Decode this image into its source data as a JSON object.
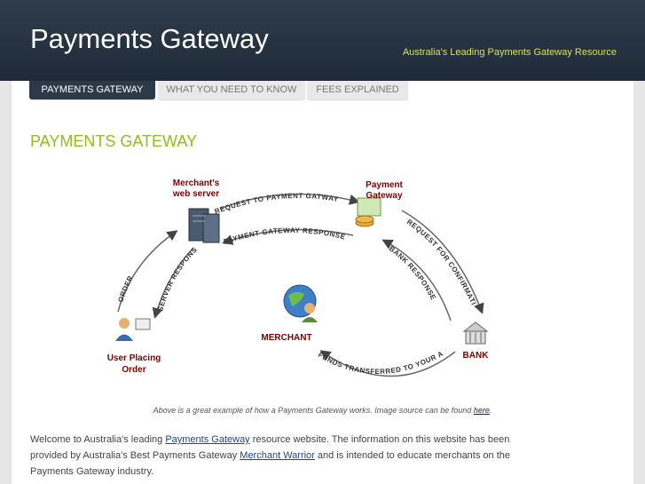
{
  "header": {
    "site_title": "Payments Gateway",
    "tagline": "Australia's Leading Payments Gateway Resource"
  },
  "nav": {
    "tabs": [
      {
        "label": "PAYMENTS GATEWAY",
        "active": true
      },
      {
        "label": "WHAT YOU NEED TO KNOW",
        "active": false
      },
      {
        "label": "FEES EXPLAINED",
        "active": false
      }
    ]
  },
  "main": {
    "title": "PAYMENTS GATEWAY",
    "diagram": {
      "nodes": {
        "merchant_server_line1": "Merchant's",
        "merchant_server_line2": "web server",
        "payment_gateway_line1": "Payment",
        "payment_gateway_line2": "Gateway",
        "user_line1": "User Placing",
        "user_line2": "Order",
        "merchant": "MERCHANT",
        "bank": "BANK"
      },
      "arrows": {
        "request": "REQUEST TO PAYMENT GATWAY",
        "response": "PAYMENT GATEWAY RESPONSE",
        "order": "ORDER",
        "server_response": "SERVER RESPONSE",
        "request_confirmation": "REQUEST FOR CONFIRMATION",
        "bank_response": "BANK RESPONSE",
        "funds": "FUNDS TRANSFERRED TO YOUR A/C"
      }
    },
    "caption": {
      "text": "Above is a great example of how a Payments Gateway works. Image source can be found ",
      "link": "here",
      "end": "."
    },
    "intro": {
      "p1": "Welcome to Australia's leading ",
      "link1": "Payments Gateway",
      "p2": " resource website. The information on this website has been provided by Australia's Best Payments Gateway ",
      "link2": "Merchant Warrior",
      "p3": " and is intended to educate merchants on the Payments Gateway industry."
    }
  },
  "colors": {
    "header_bg": "#1e2a38",
    "tagline": "#d8e05a",
    "title_green": "#8fbe1c",
    "active_tab": "#2b3948"
  }
}
